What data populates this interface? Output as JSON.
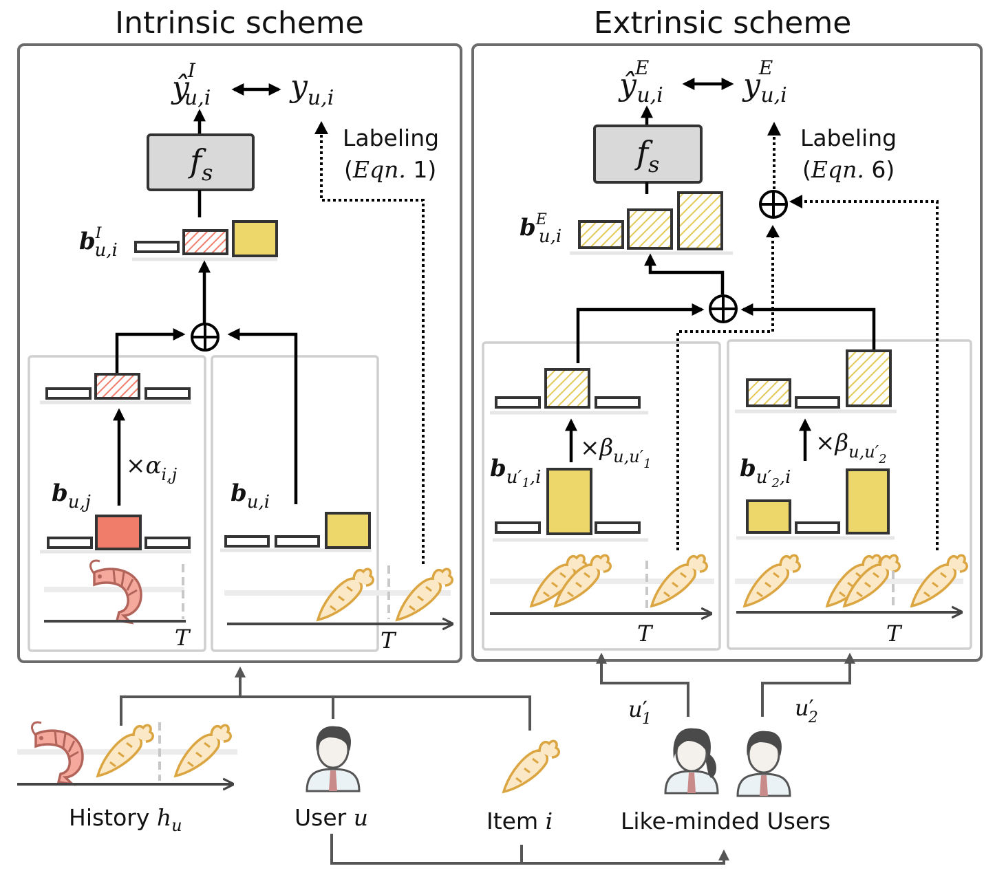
{
  "colors": {
    "red_bar": "#f07c6a",
    "yellow_bar": "#edd76b",
    "model_box": "#d9d9d9",
    "panel_border": "#6b6b6b",
    "inner_border": "#cfcfcf"
  },
  "icons": [
    "carrot-icon",
    "shrimp-icon",
    "user-icon",
    "female-user-icon",
    "male-user-icon",
    "circled-plus-icon"
  ],
  "intrinsic": {
    "title": "Intrinsic scheme",
    "pred": {
      "base": "ŷ",
      "sup": "I",
      "sub": "u,i"
    },
    "target": {
      "base": "y",
      "sub": "u,i"
    },
    "model": {
      "base": "f",
      "sub": "s"
    },
    "labeling": "Labeling",
    "eqn": {
      "open": "(",
      "name": "Eqn.",
      "num": " 1)"
    },
    "b_label": {
      "base": "b",
      "sup": "I",
      "sub": "u,i"
    },
    "bj_label": {
      "base": "b",
      "sub": "u,j"
    },
    "bi_label": {
      "base": "b",
      "sub": "u,i"
    },
    "alpha": {
      "times": "×",
      "base": "α",
      "sub": "i,j"
    },
    "time_label": "T"
  },
  "extrinsic": {
    "title": "Extrinsic scheme",
    "pred": {
      "base": "ŷ",
      "sup": "E",
      "sub": "u,i"
    },
    "target": {
      "base": "y",
      "sup": "E",
      "sub": "u,i"
    },
    "model": {
      "base": "f",
      "sub": "s"
    },
    "labeling": "Labeling",
    "eqn": {
      "open": "(",
      "name": "Eqn.",
      "num": " 6)"
    },
    "b_label": {
      "base": "b",
      "sup": "E",
      "sub": "u,i"
    },
    "b1_label": {
      "base": "b",
      "sub": "u′",
      "subsub": "1",
      "tail": ",i"
    },
    "b2_label": {
      "base": "b",
      "sub": "u′",
      "subsub": "2",
      "tail": ",i"
    },
    "beta1": {
      "times": "×",
      "base": "β",
      "sub": "u,u′",
      "subsub": "1"
    },
    "beta2": {
      "times": "×",
      "base": "β",
      "sub": "u,u′",
      "subsub": "2"
    },
    "time_label": "T"
  },
  "inputs": {
    "history": {
      "text": "History ",
      "var": "h",
      "sub": "u"
    },
    "user": {
      "text": "User ",
      "var": "u"
    },
    "item": {
      "text": "Item ",
      "var": "i"
    },
    "like_minded": "Like-minded Users",
    "u1": {
      "base": "u",
      "prime": "′",
      "sub": "1"
    },
    "u2": {
      "base": "u",
      "prime": "′",
      "sub": "2"
    }
  }
}
